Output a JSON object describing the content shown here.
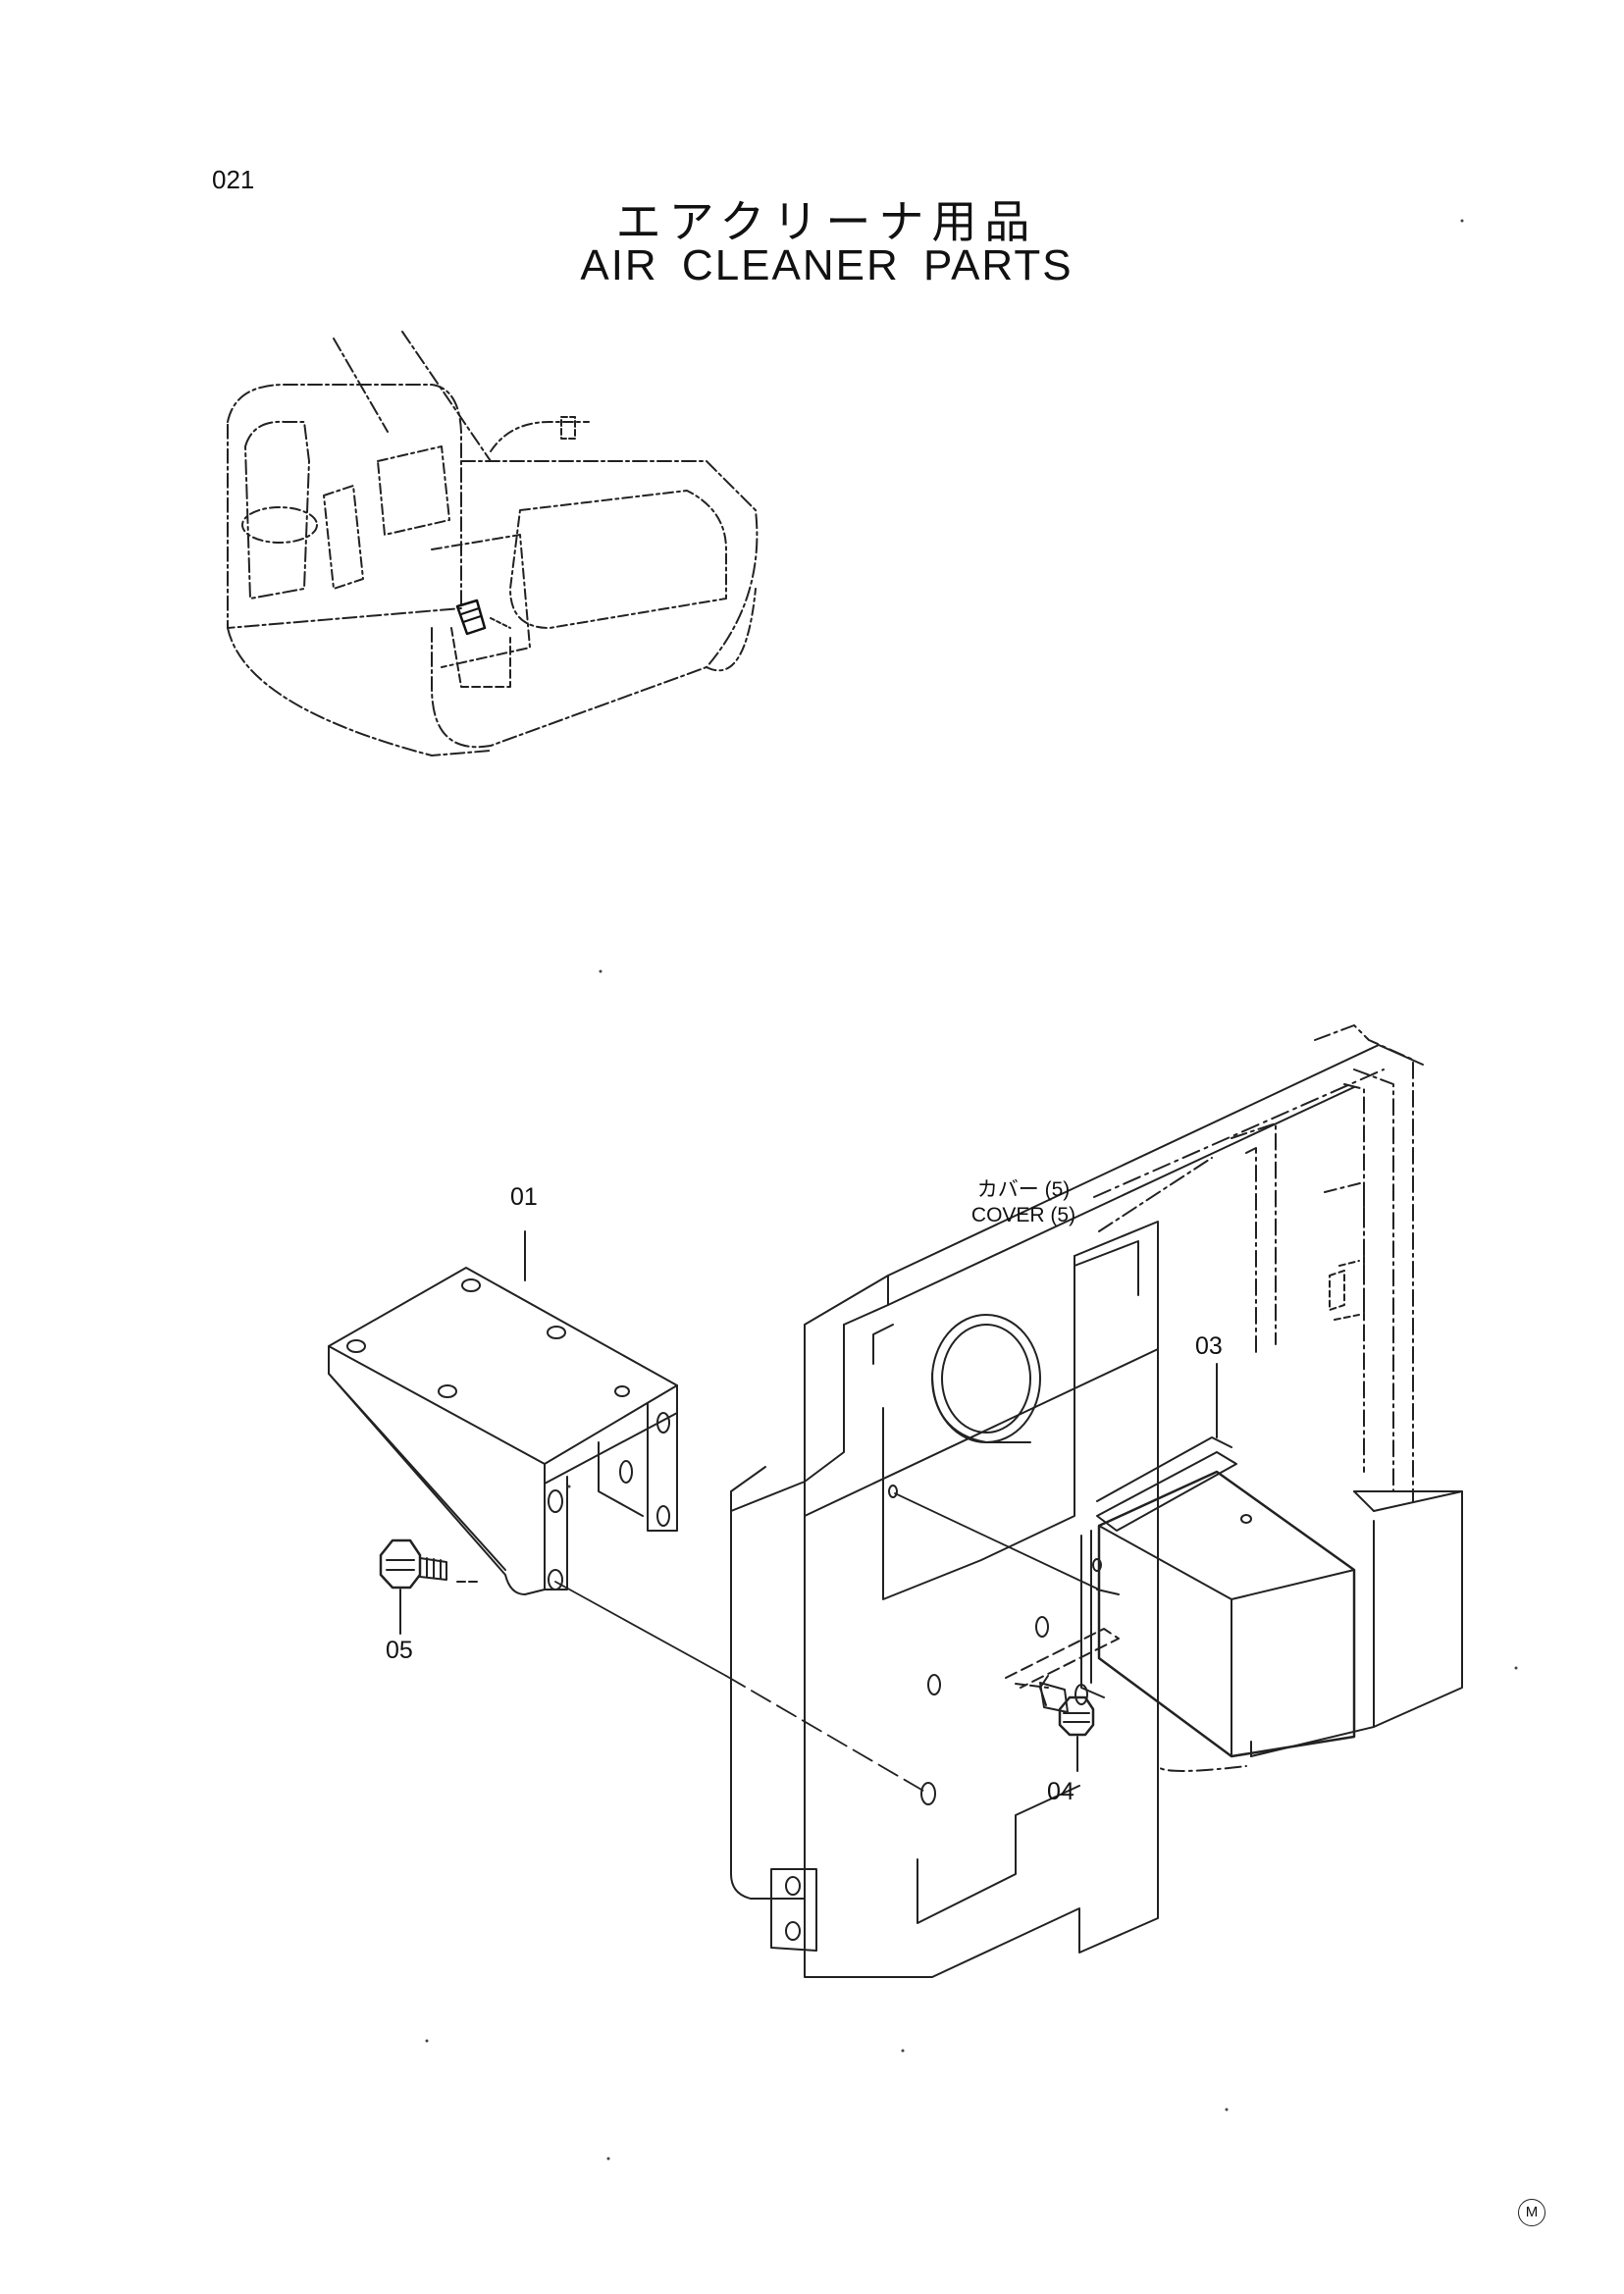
{
  "page": {
    "number": "021",
    "title_jp": "エアクリーナ用品",
    "title_en": "AIR CLEANER PARTS"
  },
  "callouts": {
    "p01": "01",
    "p03": "03",
    "p04": "04",
    "p05": "05"
  },
  "cover_label": {
    "jp": "カバー (5)",
    "en": "COVER (5)"
  },
  "mark": "M"
}
